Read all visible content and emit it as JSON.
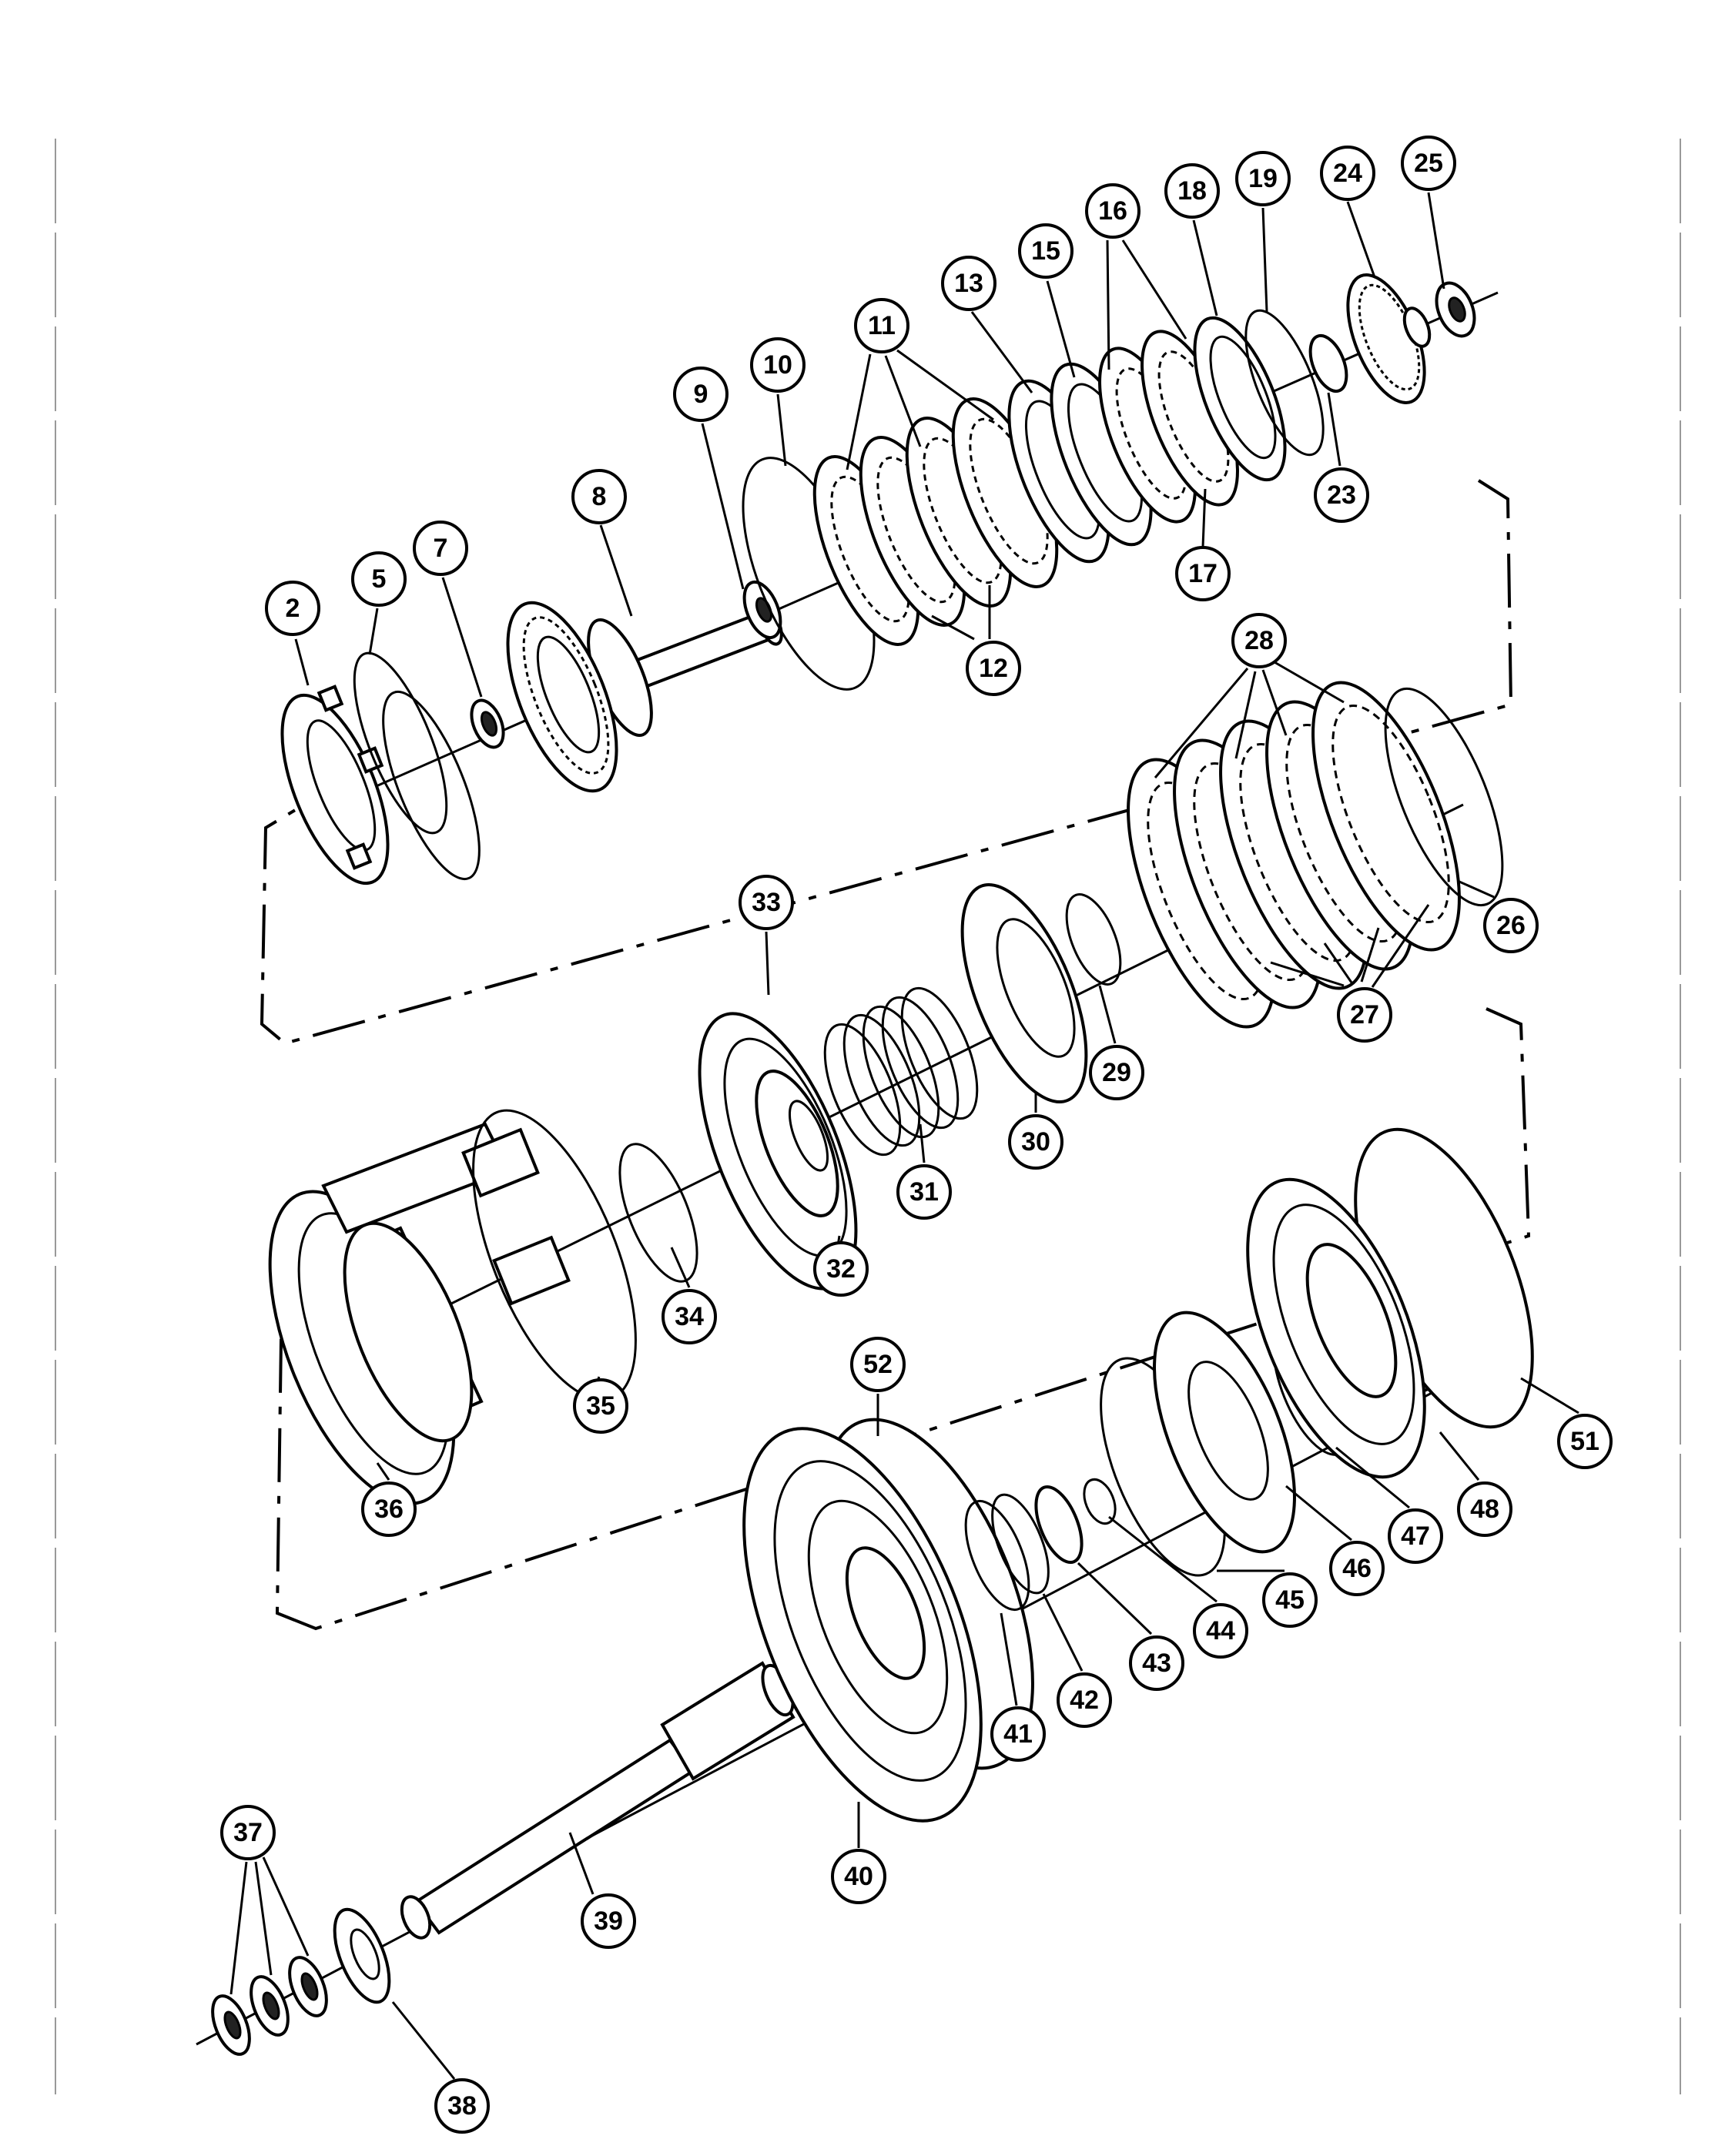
{
  "diagram": {
    "callouts": [
      {
        "id": "c2",
        "label": "2"
      },
      {
        "id": "c5",
        "label": "5"
      },
      {
        "id": "c7",
        "label": "7"
      },
      {
        "id": "c8",
        "label": "8"
      },
      {
        "id": "c9",
        "label": "9"
      },
      {
        "id": "c10",
        "label": "10"
      },
      {
        "id": "c11",
        "label": "11"
      },
      {
        "id": "c12",
        "label": "12"
      },
      {
        "id": "c13",
        "label": "13"
      },
      {
        "id": "c15",
        "label": "15"
      },
      {
        "id": "c16",
        "label": "16"
      },
      {
        "id": "c17",
        "label": "17"
      },
      {
        "id": "c18",
        "label": "18"
      },
      {
        "id": "c19",
        "label": "19"
      },
      {
        "id": "c23",
        "label": "23"
      },
      {
        "id": "c24",
        "label": "24"
      },
      {
        "id": "c25",
        "label": "25"
      },
      {
        "id": "c26",
        "label": "26"
      },
      {
        "id": "c27",
        "label": "27"
      },
      {
        "id": "c28",
        "label": "28"
      },
      {
        "id": "c29",
        "label": "29"
      },
      {
        "id": "c30",
        "label": "30"
      },
      {
        "id": "c31",
        "label": "31"
      },
      {
        "id": "c32",
        "label": "32"
      },
      {
        "id": "c33",
        "label": "33"
      },
      {
        "id": "c34",
        "label": "34"
      },
      {
        "id": "c35",
        "label": "35"
      },
      {
        "id": "c36",
        "label": "36"
      },
      {
        "id": "c37",
        "label": "37"
      },
      {
        "id": "c38",
        "label": "38"
      },
      {
        "id": "c39",
        "label": "39"
      },
      {
        "id": "c40",
        "label": "40"
      },
      {
        "id": "c41",
        "label": "41"
      },
      {
        "id": "c42",
        "label": "42"
      },
      {
        "id": "c43",
        "label": "43"
      },
      {
        "id": "c44",
        "label": "44"
      },
      {
        "id": "c45",
        "label": "45"
      },
      {
        "id": "c46",
        "label": "46"
      },
      {
        "id": "c47",
        "label": "47"
      },
      {
        "id": "c48",
        "label": "48"
      },
      {
        "id": "c51",
        "label": "51"
      },
      {
        "id": "c52",
        "label": "52"
      }
    ]
  }
}
